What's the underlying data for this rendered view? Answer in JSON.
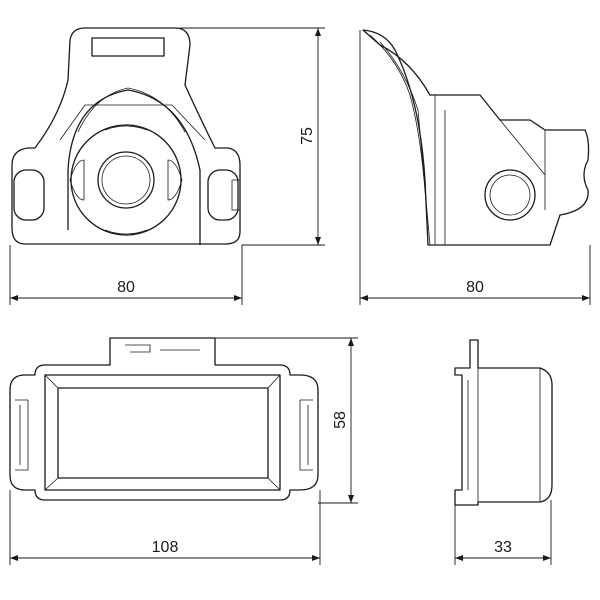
{
  "colors": {
    "line": "#1a1a1a",
    "background": "#ffffff"
  },
  "dimensions": {
    "front_width": "80",
    "front_height": "75",
    "side_depth": "80",
    "base_width": "108",
    "base_height": "58",
    "base_side_depth": "33"
  }
}
